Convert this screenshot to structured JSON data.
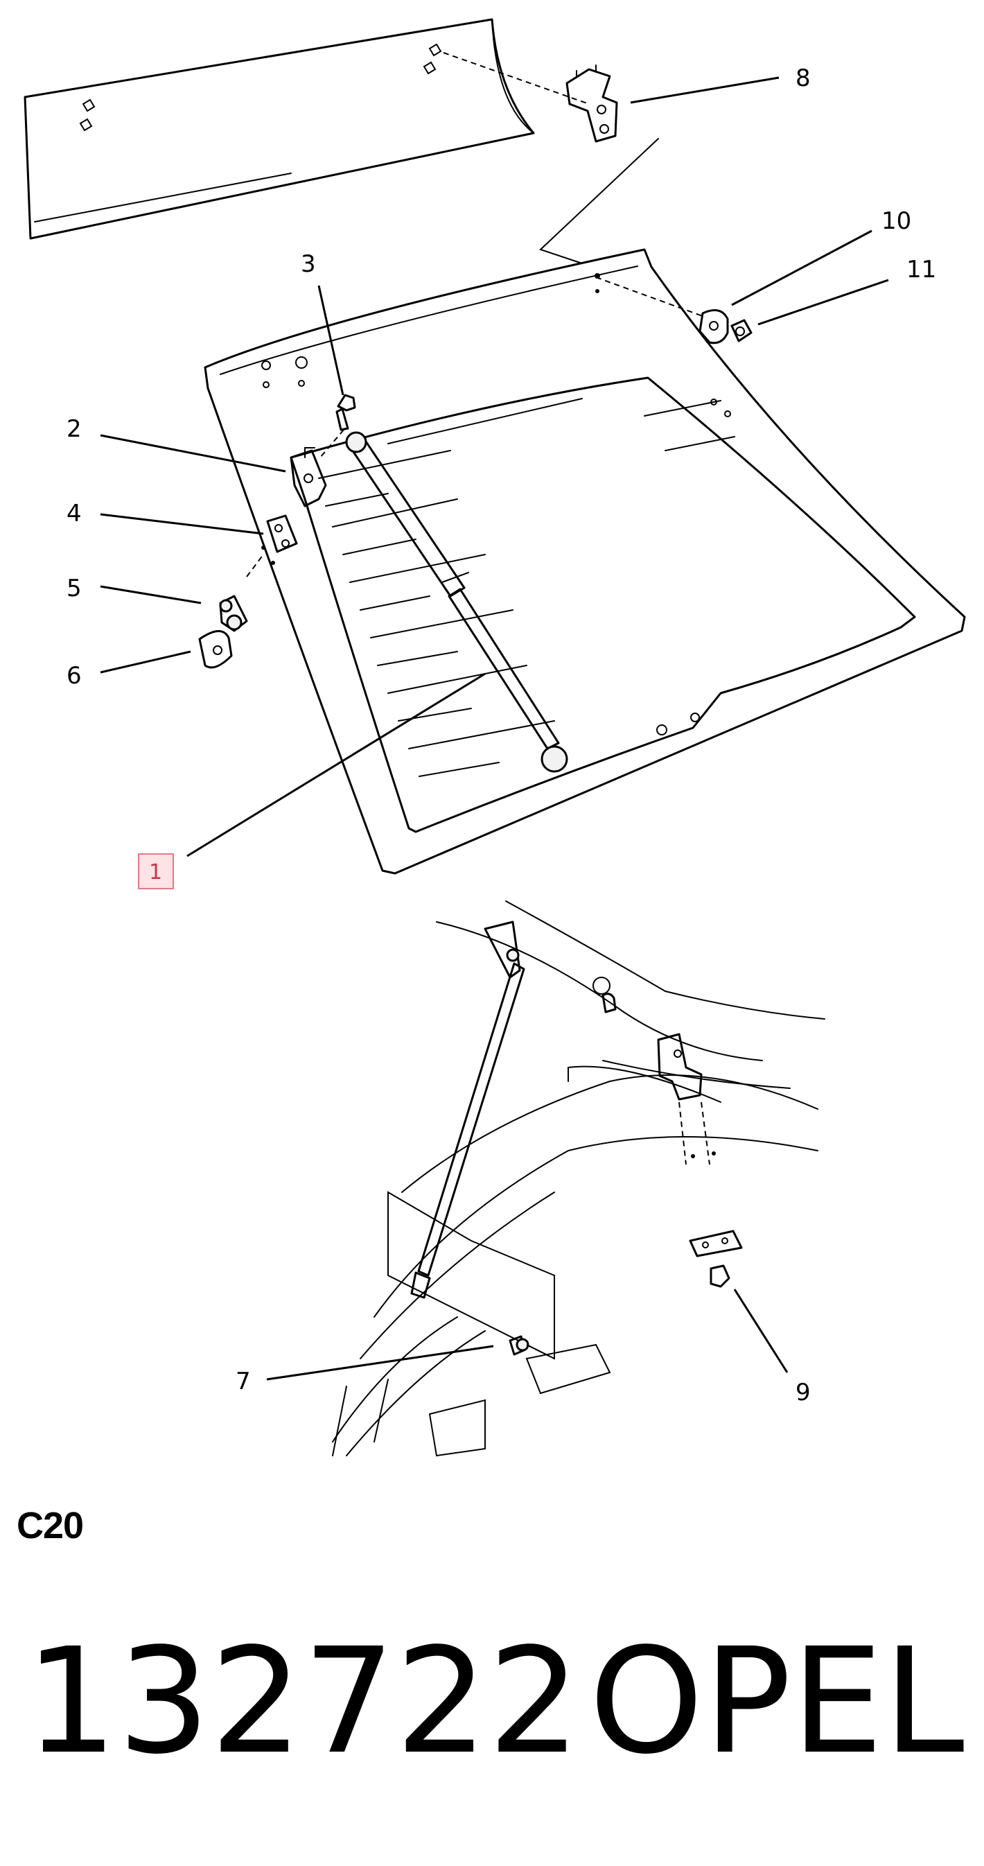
{
  "callouts": [
    {
      "id": "1",
      "label": "1",
      "highlighted": true
    },
    {
      "id": "2",
      "label": "2"
    },
    {
      "id": "3",
      "label": "3"
    },
    {
      "id": "4",
      "label": "4"
    },
    {
      "id": "5",
      "label": "5"
    },
    {
      "id": "6",
      "label": "6"
    },
    {
      "id": "7",
      "label": "7"
    },
    {
      "id": "8",
      "label": "8"
    },
    {
      "id": "9",
      "label": "9"
    },
    {
      "id": "10",
      "label": "10"
    },
    {
      "id": "11",
      "label": "11"
    }
  ],
  "model_code": "C20",
  "part_number": "132722",
  "brand": "OPEL",
  "colors": {
    "highlight_fill": "#fbe3e6",
    "highlight_stroke": "#e07a86",
    "highlight_text": "#c0394a"
  }
}
